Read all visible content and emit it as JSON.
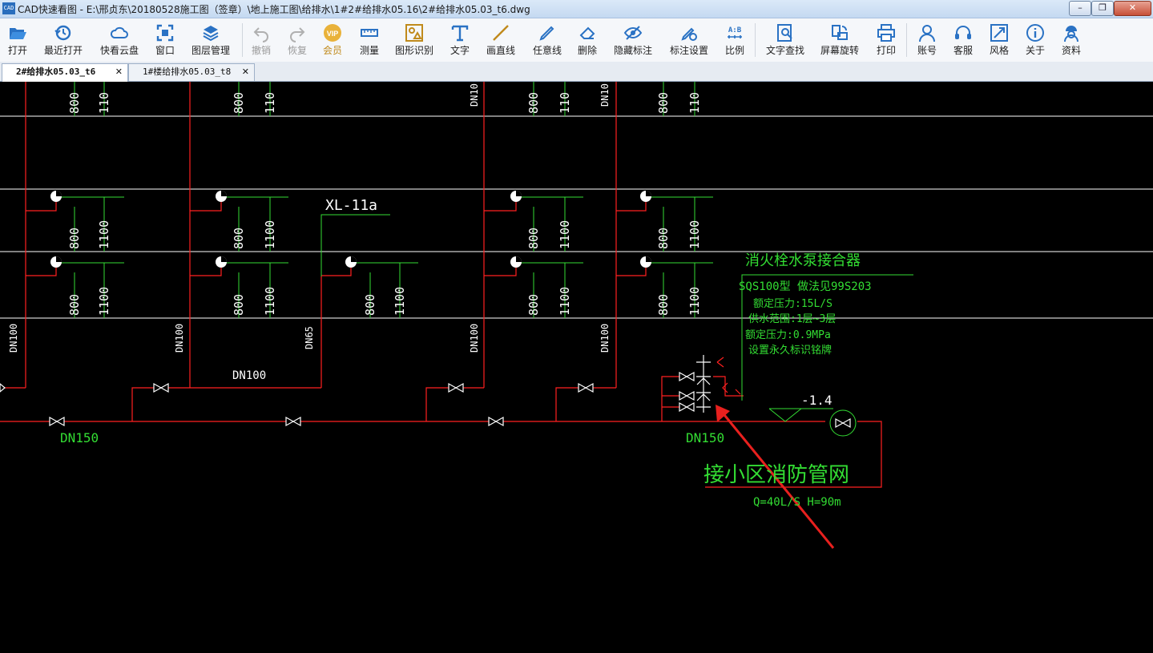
{
  "window": {
    "app_name_icon": "CAD",
    "title": "CAD快速看图 - E:\\邢贞东\\20180528施工图（签章）\\地上施工图\\给排水\\1#2#给排水05.16\\2#给排水05.03_t6.dwg",
    "controls": {
      "minimize": "–",
      "restore": "❐",
      "close": "✕"
    }
  },
  "toolbar": {
    "open": "打开",
    "recent": "最近打开",
    "cloud": "快看云盘",
    "window": "窗口",
    "layers": "图层管理",
    "undo": "撤销",
    "redo": "恢复",
    "vip": "会员",
    "measure": "测量",
    "recognize": "图形识别",
    "text": "文字",
    "line": "画直线",
    "freehand": "任意线",
    "erase": "删除",
    "hide_marks": "隐藏标注",
    "mark_settings": "标注设置",
    "scale": "比例",
    "find_text": "文字查找",
    "rotate": "屏幕旋转",
    "print": "打印",
    "account": "账号",
    "service": "客服",
    "style": "风格",
    "about": "关于",
    "resources": "资料",
    "vip_icon_text": "VIP",
    "scale_icon_text": "A:B"
  },
  "tabs": [
    {
      "label": "2#给排水05.03_t6",
      "close": "✕"
    },
    {
      "label": "1#楼给排水05.03_t8",
      "close": "✕"
    }
  ],
  "drawing": {
    "riser_label": "XL-11a",
    "dims": {
      "d800": "800",
      "d1100": "1100",
      "d110": "110"
    },
    "pipe_labels": {
      "dn100": "DN100",
      "dn65": "DN65",
      "dn10": "DN10",
      "dn150": "DN150"
    },
    "annotation": {
      "title": "消火栓水泵接合器",
      "line1": "SQS100型 做法见99S203",
      "line2": "额定压力:15L/S",
      "line3": "供水范围:1层~3层",
      "line4": "额定压力:0.9MPa",
      "line5": "设置永久标识铭牌"
    },
    "elevation": "-1.4",
    "network": "接小区消防管网",
    "flow": "Q=40L/S   H=90m"
  },
  "colors": {
    "pipe": "#ff2020",
    "note": "#33dd33",
    "line": "#ffffff",
    "arrow": "#e8201e",
    "canvas": "#000000"
  }
}
